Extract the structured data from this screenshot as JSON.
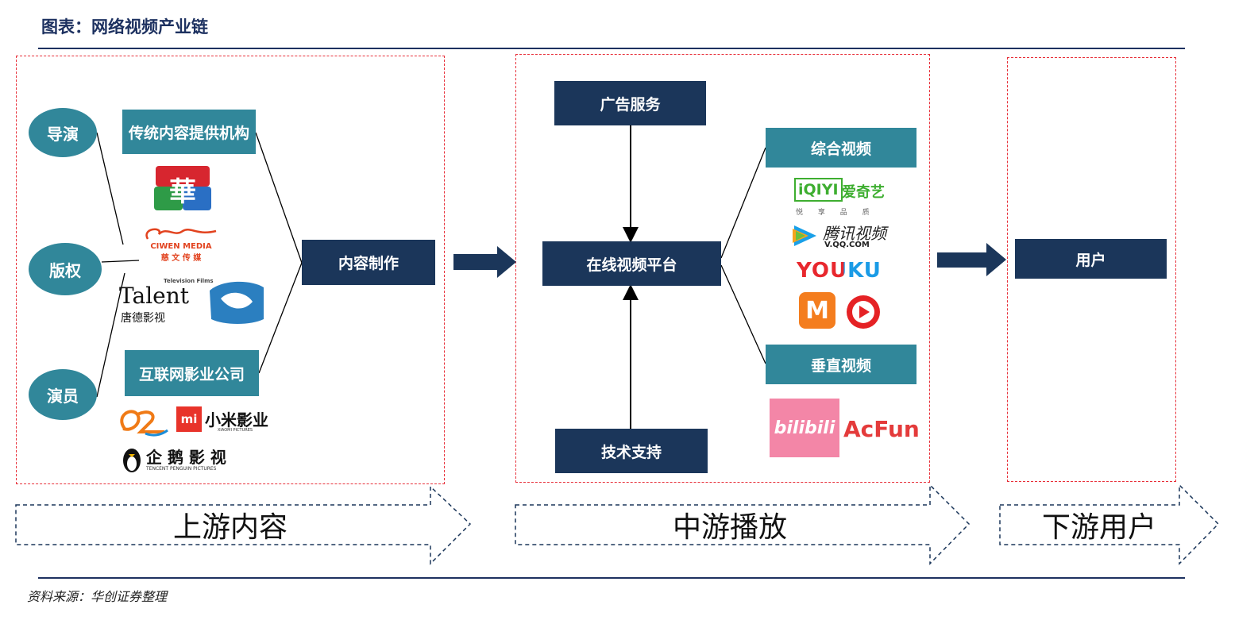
{
  "header": {
    "title": "图表：网络视频产业链"
  },
  "upstream": {
    "roles": [
      "导演",
      "版权",
      "演员"
    ],
    "traditional_label": "传统内容提供机构",
    "internet_label": "互联网影业公司",
    "production_label": "内容制作",
    "logos": {
      "ciwen_en": "CIWEN MEDIA",
      "ciwen_cn": "慈 文 传 媒",
      "talent_en": "Talent",
      "talent_cn": "唐德影视",
      "talent_small": "Television Films",
      "xiaomi_mi": "mi",
      "xiaomi_cn": "小米影业",
      "xiaomi_en": "XIAOMI PICTURES",
      "penguin_cn": "企 鹅 影 视",
      "penguin_en": "TENCENT PENGUIN PICTURES"
    }
  },
  "midstream": {
    "ad_label": "广告服务",
    "platform_label": "在线视频平台",
    "tech_label": "技术支持",
    "general_label": "综合视频",
    "vertical_label": "垂直视频",
    "logos": {
      "iqiyi": "iQIYI",
      "iqiyi_cn": "爱奇艺",
      "iqiyi_sub": "悦 享 品 质",
      "tencent_cn": "腾讯视频",
      "tencent_url": "V.QQ.COM",
      "youku": "YOUKU",
      "mgtv": "M",
      "bilibili": "bilibili",
      "acfun": "AcFun"
    }
  },
  "downstream": {
    "user_label": "用户"
  },
  "stages": [
    "上游内容",
    "中游播放",
    "下游用户"
  ],
  "footer": {
    "source": "资料来源：华创证券整理"
  },
  "colors": {
    "navy": "#1b365a",
    "teal": "#31879a",
    "dash_red": "#e8303a",
    "title": "#1d3160"
  }
}
